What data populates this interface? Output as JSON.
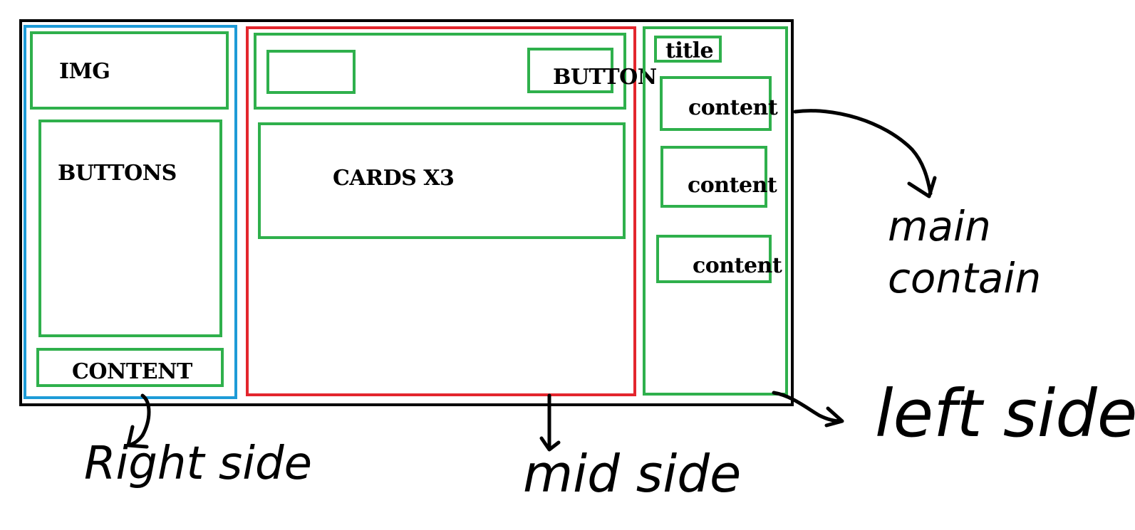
{
  "wireframe": {
    "right_panel": {
      "img_label": "IMG",
      "buttons_label": "BUTTONS",
      "content_label": "CONTENT"
    },
    "mid_panel": {
      "button_label": "BUTTON",
      "cards_label": "CARDS X3"
    },
    "left_panel": {
      "title_label": "title",
      "content_labels": [
        "content",
        "content",
        "content"
      ]
    }
  },
  "annotations": {
    "right_side": "Right side",
    "mid_side": "mid side",
    "left_side": "left side",
    "main_container": "main contain"
  },
  "colors": {
    "outer_border": "#000000",
    "right_panel_border": "#1e9bd7",
    "mid_panel_border": "#e3262d",
    "inner_box_border": "#2fb04c"
  }
}
